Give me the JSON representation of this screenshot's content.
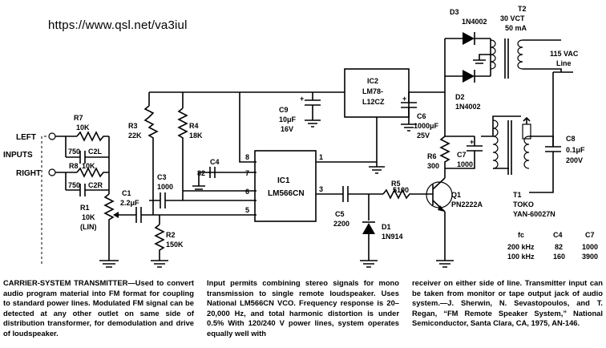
{
  "url": "https://www.qsl.net/va3iul",
  "labels": {
    "left": "LEFT",
    "inputs": "INPUTS",
    "right": "RIGHT",
    "r7": "R7",
    "r7v": "10K",
    "r8": "R8",
    "r8v": "10K",
    "c2l": "C2L",
    "c2l_v": "750",
    "c2r": "C2R",
    "c2r_v": "750",
    "r1": "R1",
    "r1v": "10K",
    "r1lin": "(LIN)",
    "c1": "C1",
    "c1v": "2.2μF",
    "r3": "R3",
    "r3v": "22K",
    "r4": "R4",
    "r4v": "18K",
    "c3": "C3",
    "c3v": "1000",
    "c4": "C4",
    "c4v": "82",
    "r2": "R2",
    "r2v": "150K",
    "ic1": "IC1",
    "ic1_part": "LM566CN",
    "pin8": "8",
    "pin7": "7",
    "pin6": "6",
    "pin5": "5",
    "pin1": "1",
    "pin3": "3",
    "ic2": "IC2",
    "ic2_part1": "LM78-",
    "ic2_part2": "L12CZ",
    "c9": "C9",
    "c9v1": "10μF",
    "c9v2": "16V",
    "c6": "C6",
    "c6v1": "1000μF",
    "c6v2": "25V",
    "r5": "R5",
    "r5v": "5100",
    "c5": "C5",
    "c5v": "2200",
    "d1": "D1",
    "d1v": "1N914",
    "r6": "R6",
    "r6v": "300",
    "c7": "C7",
    "c7v": "1000",
    "q1": "Q1",
    "q1v": "PN2222A",
    "d3": "D3",
    "d3v": "1N4002",
    "d2": "D2",
    "d2v": "1N4002",
    "t2": "T2",
    "t2v1": "30 VCT",
    "t2v2": "50 mA",
    "vac": "115 VAC",
    "line": "Line",
    "c8": "C8",
    "c8v1": "0.1μF",
    "c8v2": "200V",
    "t1": "T1",
    "t1v1": "TOKO",
    "t1v2": "YAN-60027N",
    "plus": "+"
  },
  "table": {
    "headers": [
      "fc",
      "C4",
      "C7"
    ],
    "rows": [
      [
        "200 kHz",
        "82",
        "1000"
      ],
      [
        "100 kHz",
        "160",
        "3900"
      ]
    ]
  },
  "caption": {
    "title": "CARRIER-SYSTEM TRANSMITTER—",
    "col1": "Used to convert audio program material into FM format for coupling to standard power lines. Modulated FM signal can be detected at any other outlet on same side of distribution transformer, for demodulation and drive of loudspeaker.",
    "col2": "Input permits combining stereo signals for mono transmission to single remote loudspeaker. Uses National LM566CN VCO. Frequency response is 20–20,000 Hz, and total harmonic distortion is under 0.5% With 120/240 V power lines, system operates equally well with",
    "col3": "receiver on either side of line. Transmitter input can be taken from monitor or tape output jack of audio system.—J. Sherwin, N. Sevastopoulos, and T. Regan, “FM Remote Speaker System,” National Semiconductor, Santa Clara, CA, 1975, AN-146."
  }
}
